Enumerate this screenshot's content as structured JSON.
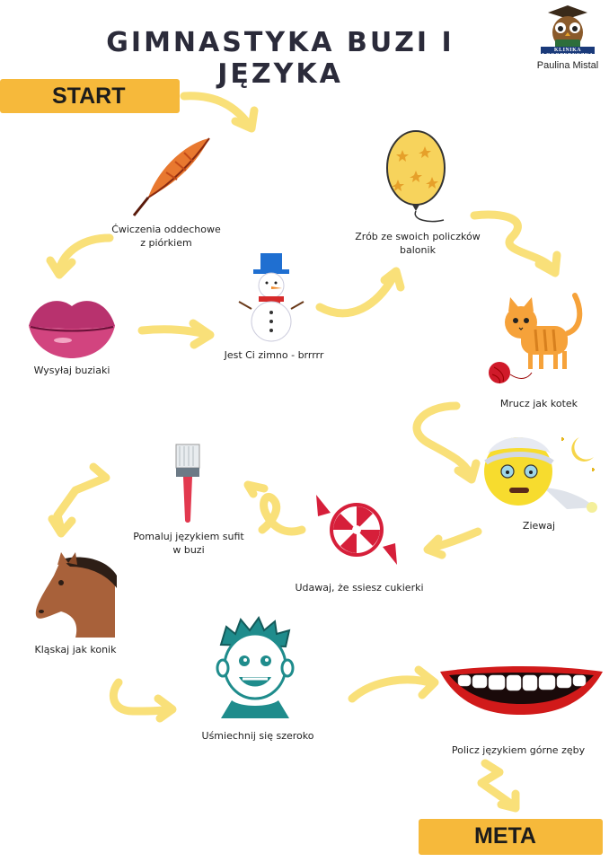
{
  "title": "GIMNASTYKA BUZI I JĘZYKA",
  "brand": {
    "clinic": "KLINIKA LOGOPEDYCZNA",
    "author": "Paulina Mistal"
  },
  "start_label": "START",
  "end_label": "META",
  "steps": [
    {
      "label_lines": [
        "Ćwiczenia oddechowe",
        "z piórkiem"
      ],
      "icon": "feather-icon"
    },
    {
      "label_lines": [
        "Wysyłaj buziaki"
      ],
      "icon": "lips-icon"
    },
    {
      "label_lines": [
        "Jest Ci zimno - brrrrr"
      ],
      "icon": "snowman-icon"
    },
    {
      "label_lines": [
        "Zrób ze swoich policzków",
        "balonik"
      ],
      "icon": "balloon-icon"
    },
    {
      "label_lines": [
        "Mrucz jak kotek"
      ],
      "icon": "cat-icon"
    },
    {
      "label_lines": [
        "Ziewaj"
      ],
      "icon": "yawn-face-icon"
    },
    {
      "label_lines": [
        "Udawaj, że ssiesz cukierki"
      ],
      "icon": "candy-icon"
    },
    {
      "label_lines": [
        "Pomaluj językiem sufit",
        "w buzi"
      ],
      "icon": "paintbrush-icon"
    },
    {
      "label_lines": [
        "Kląskaj jak konik"
      ],
      "icon": "horse-icon"
    },
    {
      "label_lines": [
        "Uśmiechnij się szeroko"
      ],
      "icon": "smiling-boy-icon"
    },
    {
      "label_lines": [
        "Policz językiem górne zęby"
      ],
      "icon": "smile-teeth-icon"
    }
  ],
  "colors": {
    "banner": "#f6b93b",
    "arrow": "#f9e079",
    "title": "#2b2b3a"
  }
}
